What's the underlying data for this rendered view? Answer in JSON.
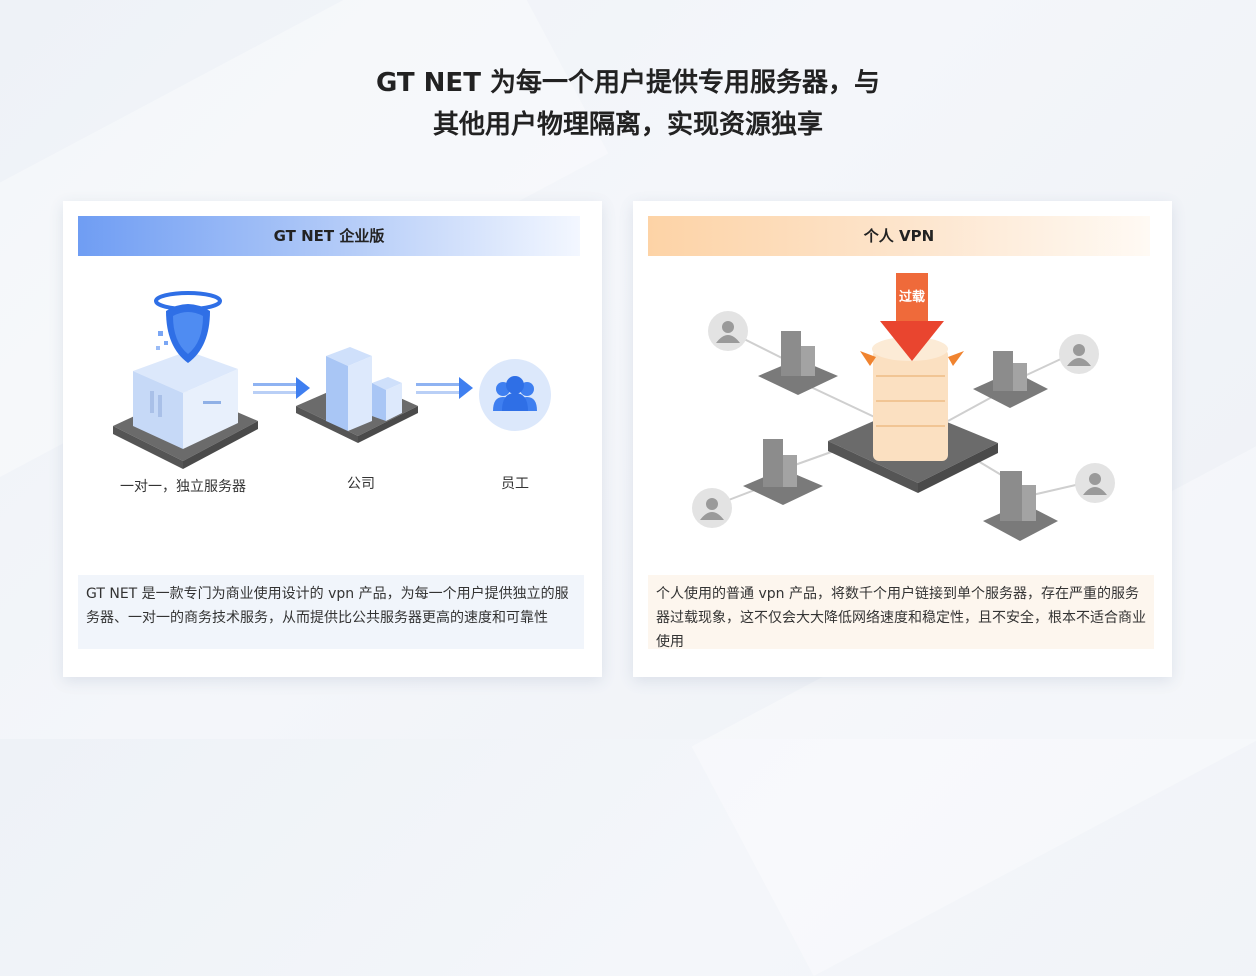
{
  "headline": {
    "line1": "GT NET 为每一个用户提供专用服务器，与",
    "line2": "其他用户物理隔离，实现资源独享"
  },
  "left_card": {
    "title": "GT NET 企业版",
    "labels": {
      "server": "一对一，独立服务器",
      "company": "公司",
      "employee": "员工"
    },
    "description": "GT NET 是一款专门为商业使用设计的 vpn 产品，为每一个用户提供独立的服务器、一对一的商务技术服务，从而提供比公共服务器更高的速度和可靠性"
  },
  "right_card": {
    "title": "个人 VPN",
    "overload_text": "过载",
    "description": "个人使用的普通 vpn 产品，将数千个用户链接到单个服务器，存在严重的服务器过载现象，这不仅会大大降低网络速度和稳定性，且不安全，根本不适合商业使用"
  },
  "colors": {
    "blue_accent": "#4a86f0",
    "orange_accent": "#f39a4b",
    "red_arrow": "#e9452f"
  }
}
